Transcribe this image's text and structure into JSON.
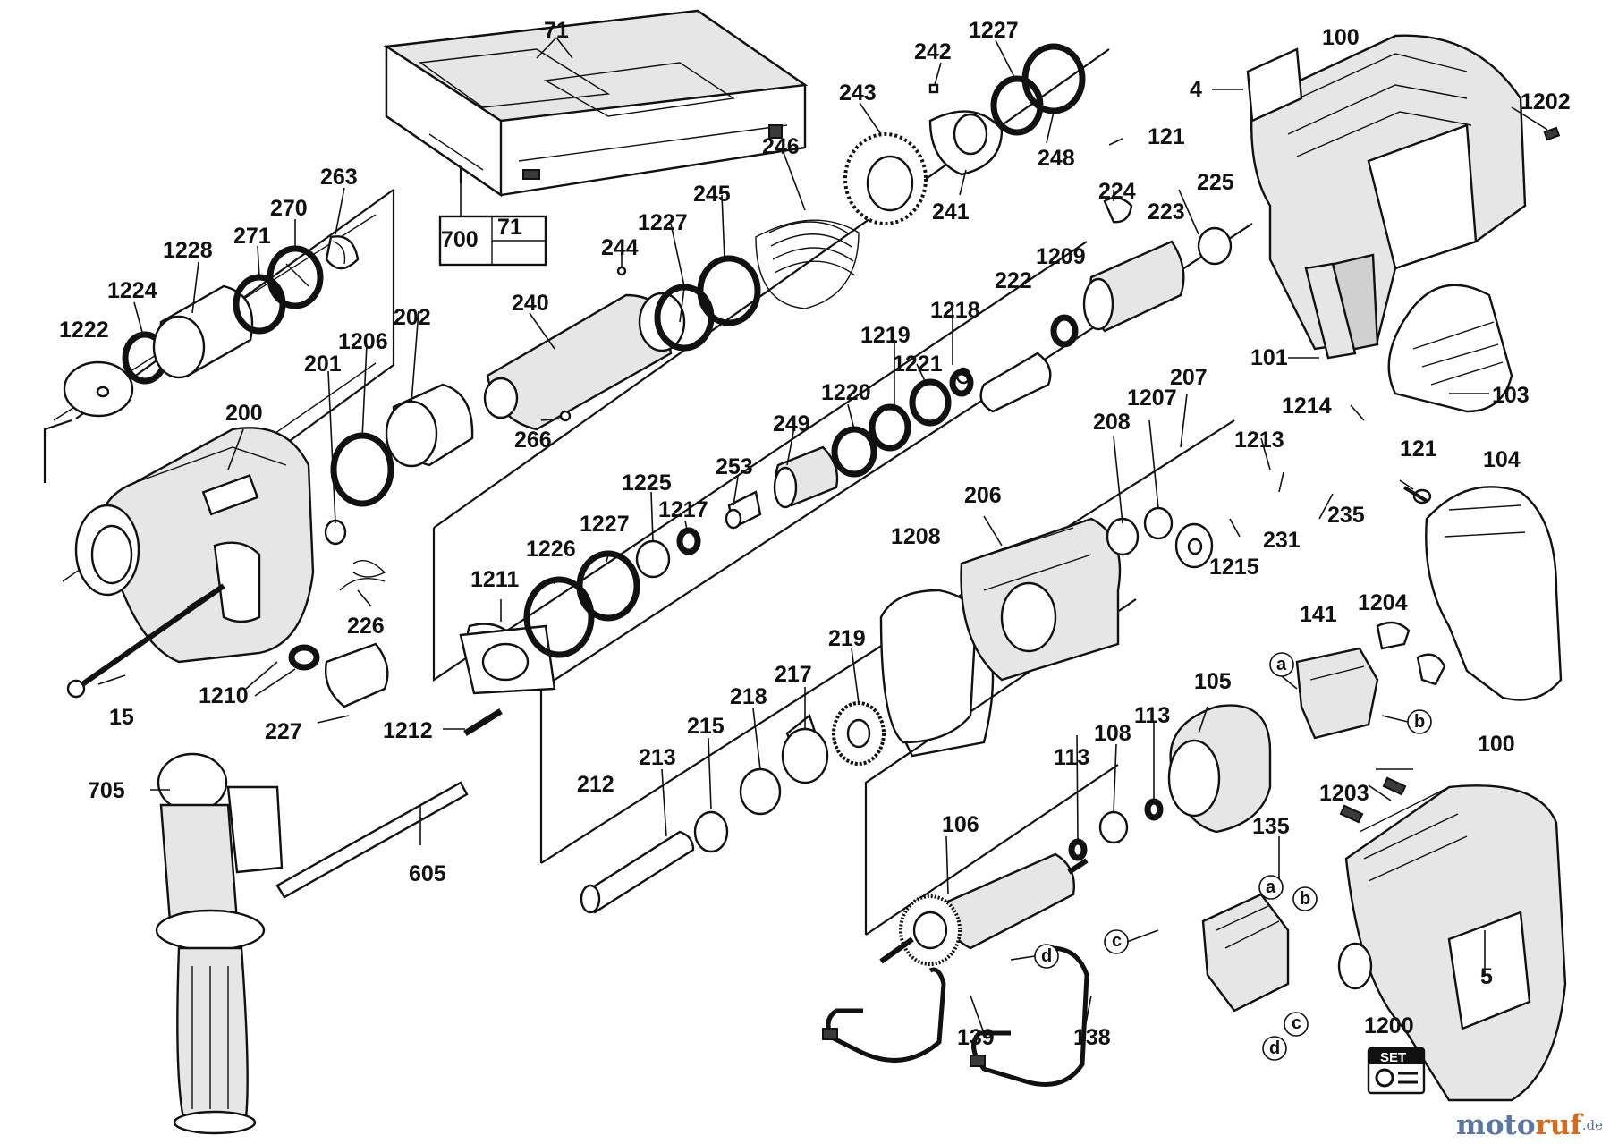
{
  "parts": {
    "p4": "4",
    "p5": "5",
    "p15": "15",
    "p71": "71",
    "p71b": "71",
    "p700": "700",
    "p100": "100",
    "p100b": "100",
    "p101": "101",
    "p103": "103",
    "p104": "104",
    "p105": "105",
    "p106": "106",
    "p108": "108",
    "p113a": "113",
    "p113b": "113",
    "p121a": "121",
    "p121b": "121",
    "p135": "135",
    "p138": "138",
    "p139": "139",
    "p141": "141",
    "p200": "200",
    "p201": "201",
    "p202": "202",
    "p206": "206",
    "p207": "207",
    "p208": "208",
    "p212": "212",
    "p213": "213",
    "p215": "215",
    "p217": "217",
    "p218": "218",
    "p219": "219",
    "p222": "222",
    "p223": "223",
    "p224": "224",
    "p225": "225",
    "p226": "226",
    "p227": "227",
    "p231": "231",
    "p235": "235",
    "p240": "240",
    "p241": "241",
    "p242": "242",
    "p243": "243",
    "p244": "244",
    "p245": "245",
    "p246": "246",
    "p248": "248",
    "p249": "249",
    "p253": "253",
    "p263": "263",
    "p266": "266",
    "p270": "270",
    "p271": "271",
    "p605": "605",
    "p705": "705",
    "p1200": "1200",
    "p1202": "1202",
    "p1203": "1203",
    "p1204": "1204",
    "p1206": "1206",
    "p1207": "1207",
    "p1208": "1208",
    "p1209": "1209",
    "p1210": "1210",
    "p1211": "1211",
    "p1212": "1212",
    "p1213": "1213",
    "p1214": "1214",
    "p1215": "1215",
    "p1217": "1217",
    "p1218": "1218",
    "p1219": "1219",
    "p1220": "1220",
    "p1221": "1221",
    "p1222": "1222",
    "p1224": "1224",
    "p1225": "1225",
    "p1226": "1226",
    "p1227a": "1227",
    "p1227b": "1227",
    "p1227c": "1227",
    "p1228": "1228"
  },
  "callouts": {
    "a1": "a",
    "b1": "b",
    "a2": "a",
    "b2": "b",
    "c1": "c",
    "c2": "c",
    "d1": "d",
    "d2": "d"
  },
  "set_badge": "SET",
  "watermark": {
    "brand_a": "moto",
    "brand_b": "ruf",
    "suffix": ".de"
  },
  "colors": {
    "line": "#111111",
    "watermark_blue": "#5a76a6",
    "watermark_orange": "#d86a1c"
  }
}
